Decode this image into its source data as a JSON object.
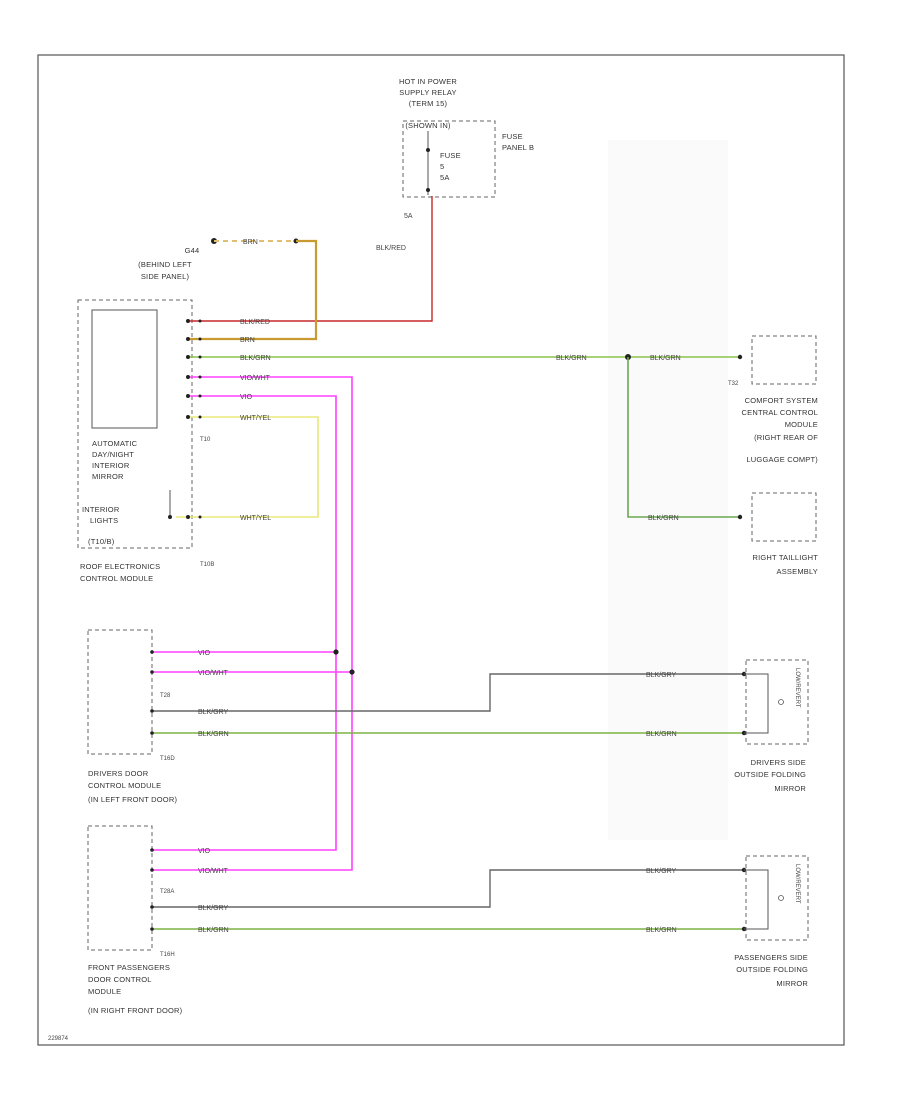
{
  "relay": {
    "lines": [
      "HOT IN POWER",
      "SUPPLY RELAY",
      "(TERM 15)",
      "(SHOWN IN)"
    ],
    "fuse_label": "FUSE",
    "fuse_num": "5",
    "fuse_amp": "5A"
  },
  "fuse_panel": {
    "lines": [
      "FUSE",
      "PANEL B"
    ]
  },
  "wire_5a": "5A",
  "wire_blk_red_relay": "BLK/RED",
  "ground_label": {
    "lines": [
      "G44",
      "(BEHIND LEFT",
      "SIDE PANEL)"
    ]
  },
  "roof_module": {
    "title_lines": [
      "ROOF ELECTRONICS",
      "CONTROL MODULE"
    ],
    "mirror_lines": [
      "AUTOMATIC",
      "DAY/NIGHT",
      "INTERIOR",
      "MIRROR"
    ],
    "lights_lines": [
      "INTERIOR",
      "LIGHTS",
      "(T10/B)"
    ],
    "connector_a": "T10",
    "connector_b": "T10B"
  },
  "roof_wires": [
    "BLK/RED",
    "BRN",
    "BLK/GRN",
    "VIO/WHT",
    "VIO",
    "WHT/YEL"
  ],
  "wire_wht_yel_bottom": "WHT/YEL",
  "wire_brn_ground": "BRN",
  "comfort": {
    "lines": [
      "COMFORT SYSTEM",
      "CENTRAL CONTROL",
      "MODULE",
      "(RIGHT REAR OF",
      "LUGGAGE COMPT)"
    ],
    "connector": "T32",
    "wire_a": "BLK/GRN",
    "wire_b": "BLK/GRN"
  },
  "taillight": {
    "lines": [
      "RIGHT TAILLIGHT",
      "ASSEMBLY"
    ],
    "wire": "BLK/GRN"
  },
  "driver_door": {
    "lines": [
      "DRIVERS DOOR",
      "CONTROL MODULE",
      "(IN LEFT FRONT DOOR)"
    ],
    "connector_a": "T28",
    "connector_b": "T16D",
    "wires": [
      "VIO",
      "VIO/WHT",
      "BLK/GRY",
      "BLK/GRN"
    ],
    "far_wires": [
      "BLK/GRY",
      "BLK/GRN"
    ]
  },
  "driver_mirror": {
    "lines": [
      "DRIVERS SIDE",
      "OUTSIDE FOLDING",
      "MIRROR"
    ],
    "vertical": "LOW/REVERT"
  },
  "pass_door": {
    "lines": [
      "FRONT PASSENGERS",
      "DOOR CONTROL",
      "MODULE",
      "(IN RIGHT FRONT DOOR)"
    ],
    "connector_a": "T28A",
    "connector_b": "T16H",
    "wires": [
      "VIO",
      "VIO/WHT",
      "BLK/GRY",
      "BLK/GRN"
    ],
    "far_wires": [
      "BLK/GRY",
      "BLK/GRN"
    ]
  },
  "pass_mirror": {
    "lines": [
      "PASSENGERS SIDE",
      "OUTSIDE FOLDING",
      "MIRROR"
    ],
    "vertical": "LOW/REVERT"
  },
  "footer_code": "229874",
  "colors": {
    "red": "#c62828",
    "brown": "#b8860b",
    "green": "#7cb342",
    "violet": "#ff40ff",
    "yellow": "#e6e65a",
    "dark": "#555555"
  }
}
